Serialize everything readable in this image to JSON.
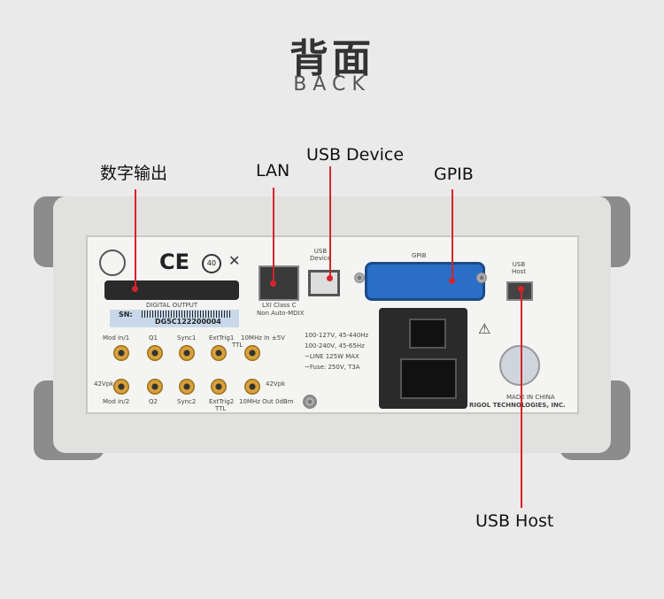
{
  "header": {
    "title_cn": "背面",
    "title_en": "BACK"
  },
  "callouts": {
    "digital_output": "数字输出",
    "lan": "LAN",
    "usb_device": "USB Device",
    "gpib": "GPIB",
    "usb_host": "USB Host"
  },
  "panel": {
    "digital_output_label": "DIGITAL OUTPUT",
    "sn_label": "SN:",
    "sn_value": "DG5C122200004",
    "lxi_line1": "LXI Class C",
    "lxi_line2": "Non Auto-MDIX",
    "usb_device_label": "USB\nDevice",
    "gpib_label": "GPIB",
    "usb_host_label": "USB\nHost",
    "power_lines": [
      "100-127V, 45-440Hz",
      "100-240V, 45-65Hz",
      "~LINE 125W MAX",
      "~Fuse: 250V, T3A"
    ],
    "made_in": "MADE IN CHINA",
    "brand": "RIGOL TECHNOLOGIES, INC.",
    "bnc_top": [
      "Mod in/1",
      "Q1",
      "Sync1",
      "ExtTrig1",
      "10MHz In ±5V"
    ],
    "bnc_bottom": [
      "Mod in/2",
      "Q2",
      "Sync2",
      "ExtTrig2",
      "10MHz Out 0dBm"
    ],
    "ttl1": "TTL",
    "ttl2": "TTL",
    "v42a": "42Vpk",
    "v42b": "42Vpk",
    "ce": "CE",
    "cert": "40"
  }
}
